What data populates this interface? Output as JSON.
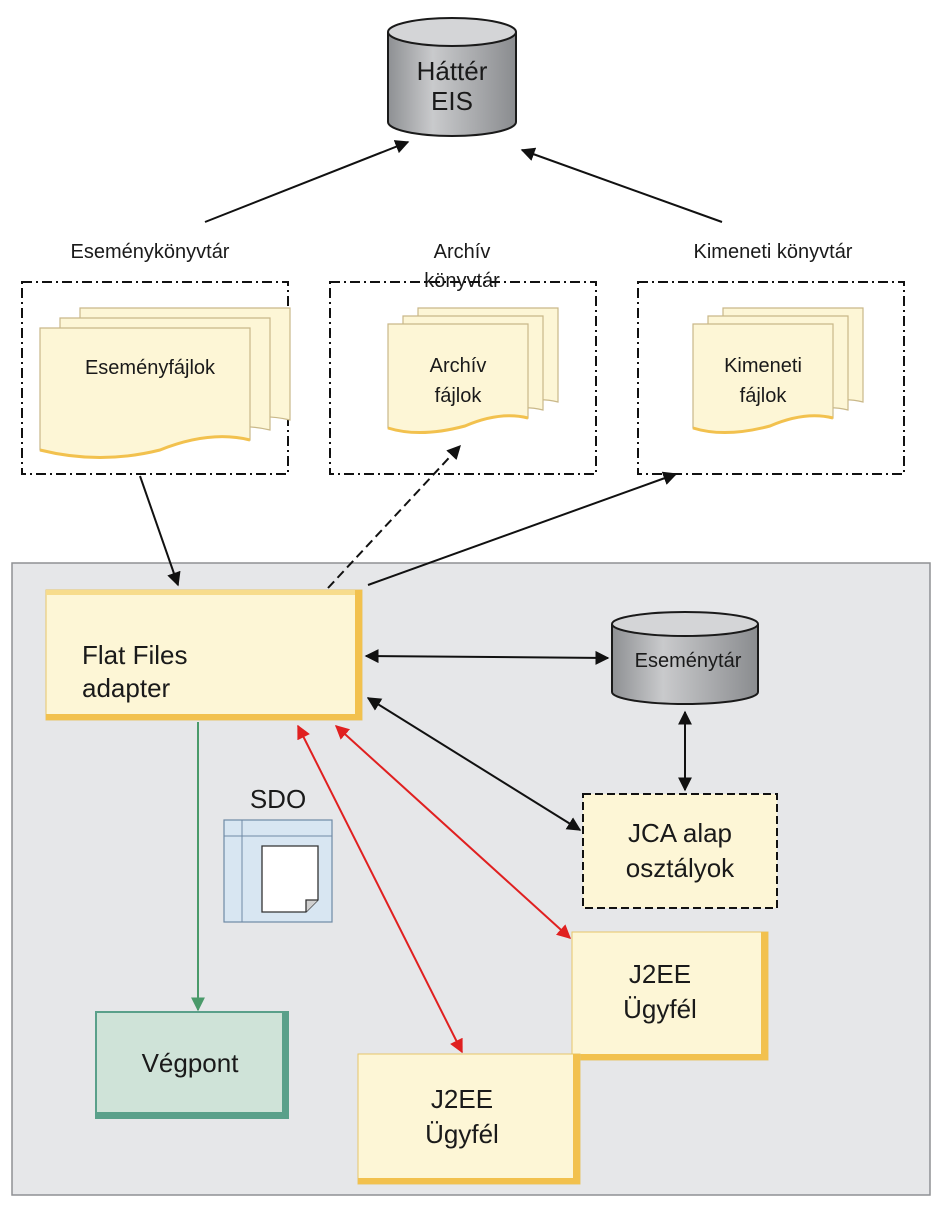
{
  "backend": {
    "line1": "Háttér",
    "line2": "EIS"
  },
  "folders": {
    "event": {
      "title": "Eseménykönyvtár",
      "file_line1": "Eseményfájlok",
      "file_line2": ""
    },
    "archive": {
      "title_line1": "Archív",
      "title_line2": "könyvtár",
      "file_line1": "Archív",
      "file_line2": "fájlok"
    },
    "output": {
      "title": "Kimeneti könyvtár",
      "file_line1": "Kimeneti",
      "file_line2": "fájlok"
    }
  },
  "adapter": {
    "line1": "Flat Files",
    "line2": "adapter"
  },
  "event_store": {
    "label": "Eseménytár"
  },
  "jca": {
    "line1": "JCA alap",
    "line2": "osztályok"
  },
  "sdo": {
    "label": "SDO"
  },
  "endpoint": {
    "label": "Végpont"
  },
  "client_right": {
    "line1": "J2EE",
    "line2": "Ügyfél"
  },
  "client_bottom": {
    "line1": "J2EE",
    "line2": "Ügyfél"
  },
  "colors": {
    "panel_bg": "#e6e7e9",
    "file_fill": "#fdf6d6",
    "file_accent": "#f2c14e",
    "db_fill": "#a9abae",
    "endpoint_fill": "#cfe3d8",
    "endpoint_border": "#5aa08a",
    "red_arrow": "#e02020",
    "green_arrow": "#4a9a6a"
  }
}
